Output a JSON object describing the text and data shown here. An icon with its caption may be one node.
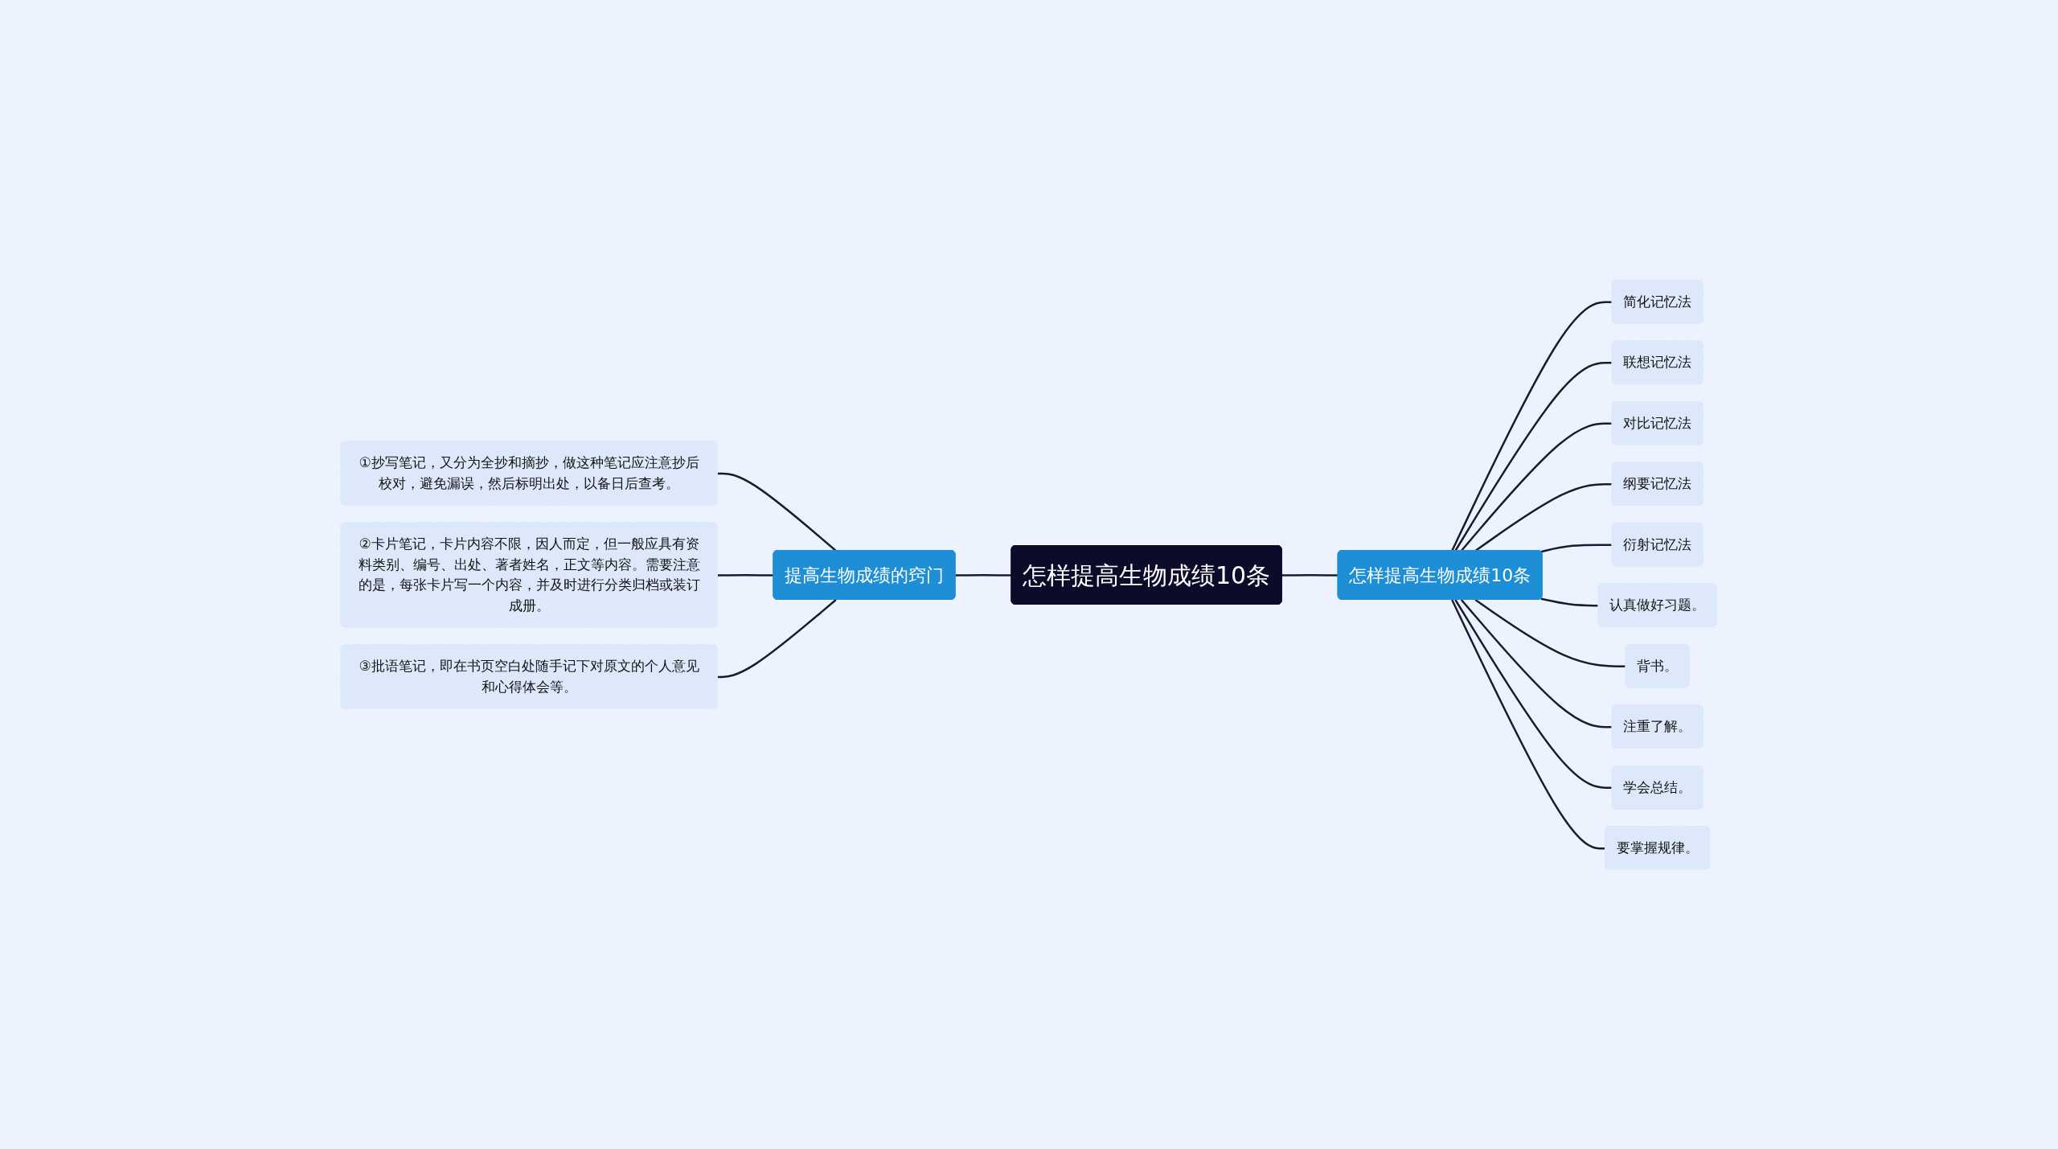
{
  "diagram": {
    "nodes": [
      {
        "text": [
          "怎样提高生物成绩10条"
        ]
      },
      {
        "text": [
          "提高生物成绩的窍门"
        ]
      },
      {
        "text": [
          "①抄写笔记，又分为全抄和摘抄，做这种笔记应注意抄后校对，避免漏误，然后标明出处，以备日后查考。"
        ]
      },
      {
        "text": [
          "②卡片笔记，卡片内容不限，因人而定，但一般应具有资料类别、编号、出处、著者姓名，正文等内容。需要注意的是，每张卡片写一个内容，并及时进行分类归档或装订成册。"
        ]
      },
      {
        "text": [
          "③批语笔记，即在书页空白处随手记下对原文的个人意见和心得体会等。"
        ]
      },
      {
        "text": [
          "怎样提高生物成绩10条"
        ]
      },
      {
        "text": [
          "简化记忆法"
        ]
      },
      {
        "text": [
          "联想记忆法"
        ]
      },
      {
        "text": [
          "对比记忆法"
        ]
      },
      {
        "text": [
          "纲要记忆法"
        ]
      },
      {
        "text": [
          "衍射记忆法"
        ]
      },
      {
        "text": [
          "认真做好习题。"
        ]
      },
      {
        "text": [
          "背书。"
        ]
      },
      {
        "text": [
          "注重了解。"
        ]
      },
      {
        "text": [
          "学会总结。"
        ]
      },
      {
        "text": [
          "要掌握规律。"
        ]
      }
    ],
    "edges": [
      {
        "from": 2,
        "to": 1,
        "arrow": "none"
      },
      {
        "from": 3,
        "to": 1,
        "arrow": "none"
      },
      {
        "from": 4,
        "to": 1,
        "arrow": "none"
      },
      {
        "from": 1,
        "to": 0,
        "arrow": "none"
      },
      {
        "from": 0,
        "to": 5,
        "arrow": "none"
      },
      {
        "from": 5,
        "to": 6,
        "arrow": "none"
      },
      {
        "from": 5,
        "to": 7,
        "arrow": "none"
      },
      {
        "from": 5,
        "to": 8,
        "arrow": "none"
      },
      {
        "from": 5,
        "to": 9,
        "arrow": "none"
      },
      {
        "from": 5,
        "to": 10,
        "arrow": "none"
      },
      {
        "from": 5,
        "to": 11,
        "arrow": "none"
      },
      {
        "from": 5,
        "to": 12,
        "arrow": "none"
      },
      {
        "from": 5,
        "to": 13,
        "arrow": "none"
      },
      {
        "from": 5,
        "to": 14,
        "arrow": "none"
      },
      {
        "from": 5,
        "to": 15,
        "arrow": "none"
      }
    ]
  }
}
